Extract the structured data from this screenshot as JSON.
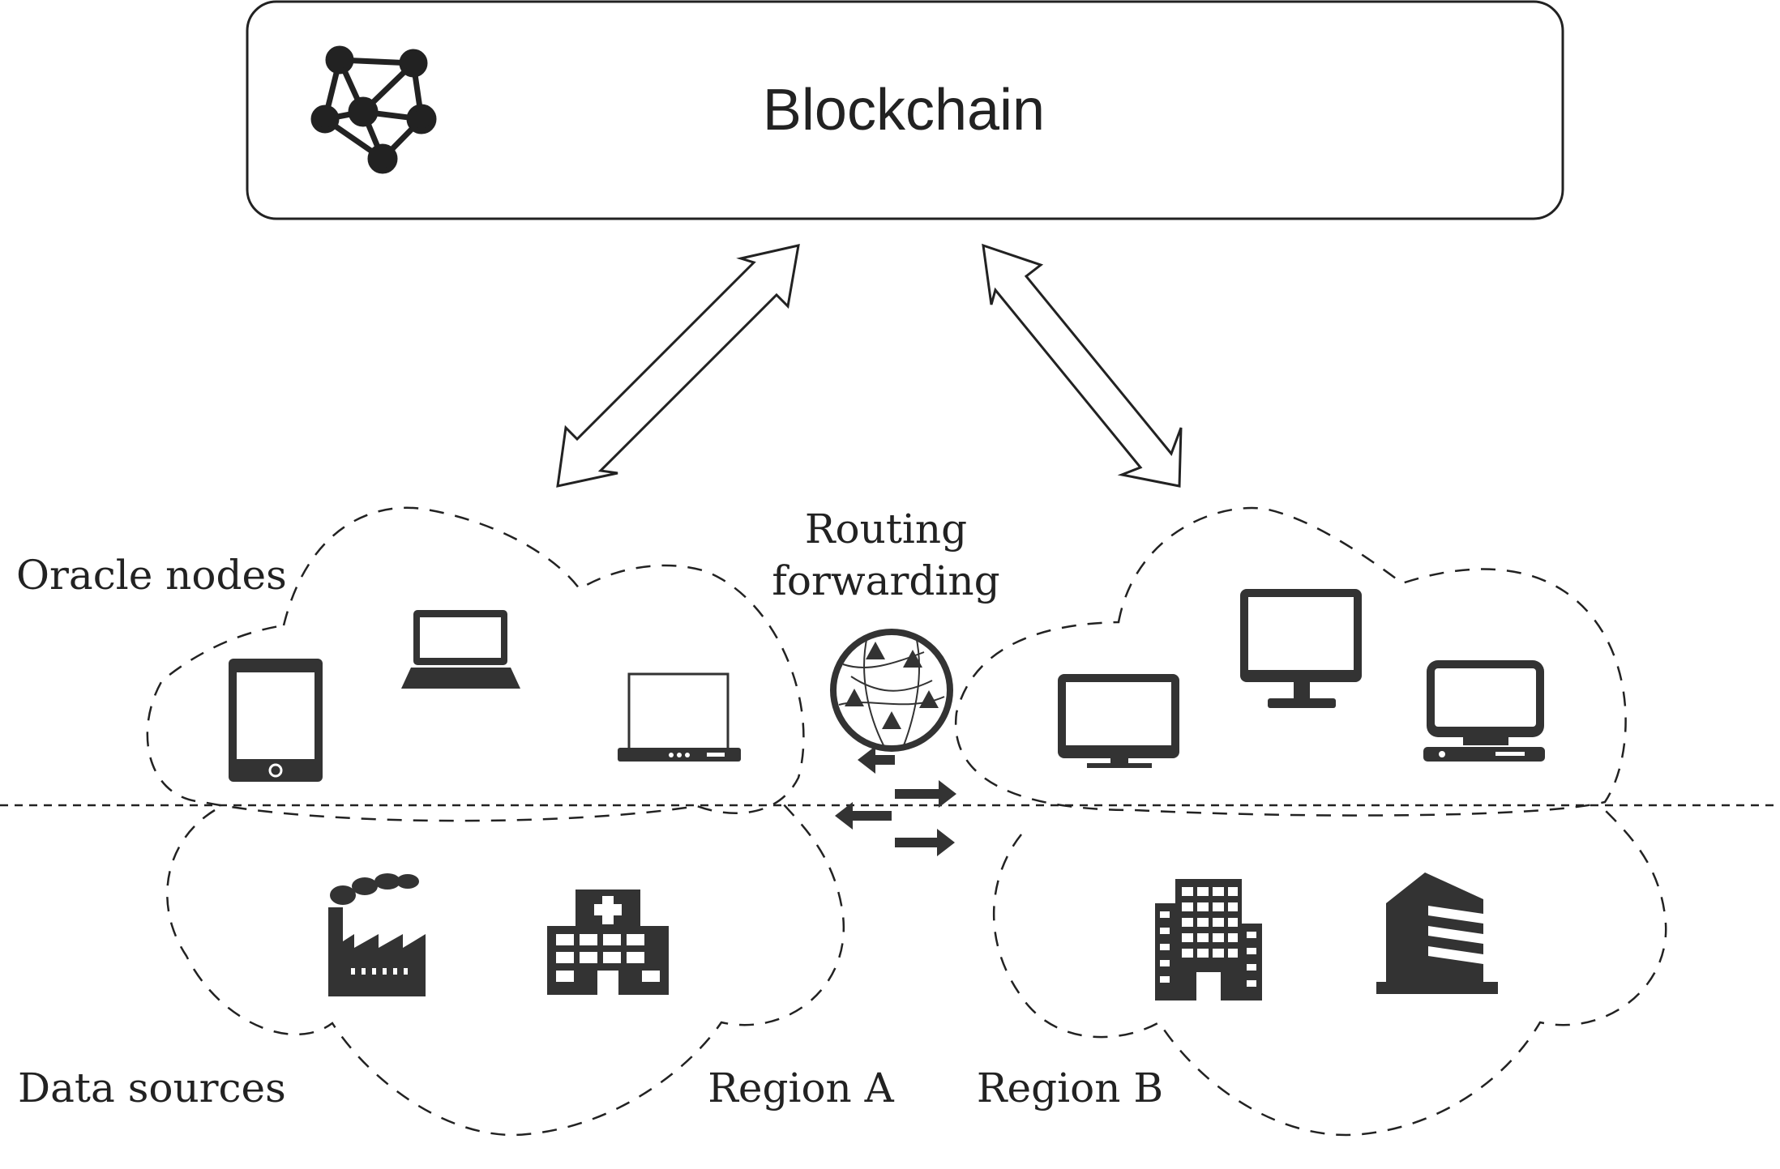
{
  "blockchain": {
    "title": "Blockchain",
    "icon": "network-graph-icon"
  },
  "labels": {
    "oracle_nodes": "Oracle nodes",
    "data_sources": "Data sources",
    "routing_line1": "Routing",
    "routing_line2": "forwarding",
    "region_a": "Region A",
    "region_b": "Region B"
  },
  "icons": {
    "oracle_region_a": [
      "tablet-icon",
      "laptop-icon",
      "laptop-icon"
    ],
    "oracle_region_b": [
      "monitor-icon",
      "monitor-icon",
      "desktop-computer-icon"
    ],
    "data_region_a": [
      "factory-icon",
      "hospital-icon"
    ],
    "data_region_b": [
      "office-building-icon",
      "office-building-icon"
    ],
    "routing": [
      "globe-network-icon",
      "exchange-arrows-icon"
    ]
  },
  "colors": {
    "ink": "#222222",
    "icon_fill": "#333333",
    "background": "#ffffff"
  }
}
